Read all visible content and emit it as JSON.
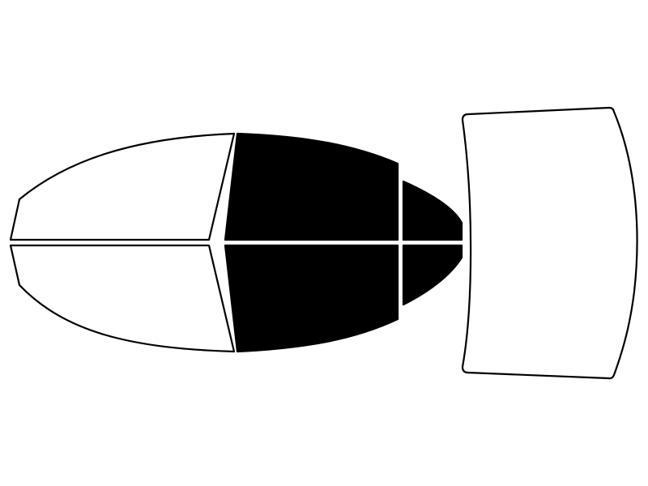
{
  "diagram": {
    "colors": {
      "background": "#ffffff",
      "outline": "#000000",
      "tinted": "#000000",
      "clear": "#ffffff"
    },
    "panes": [
      {
        "id": "windshield-upper",
        "tinted": false
      },
      {
        "id": "windshield-lower",
        "tinted": false
      },
      {
        "id": "front-door-upper",
        "tinted": true
      },
      {
        "id": "front-door-lower",
        "tinted": true
      },
      {
        "id": "rear-quarter-upper",
        "tinted": true
      },
      {
        "id": "rear-quarter-lower",
        "tinted": true
      },
      {
        "id": "rear-window",
        "tinted": false
      }
    ]
  }
}
